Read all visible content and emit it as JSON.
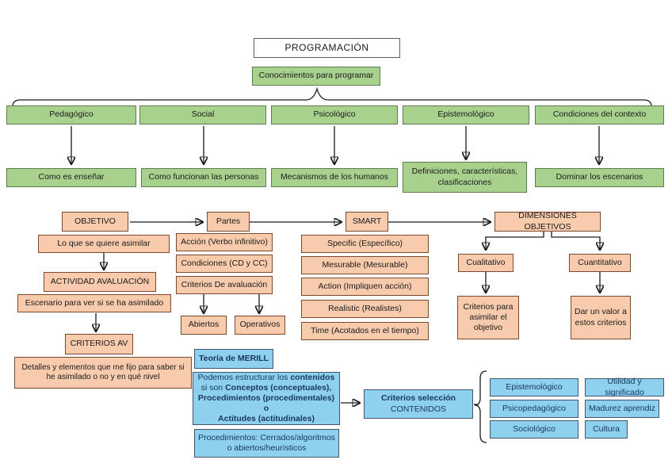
{
  "header": {
    "title": "PROGRAMACIÓN",
    "subtitle": "Conocimientos para programar"
  },
  "knowledge_areas": [
    {
      "label": "Pedagógico",
      "detail": "Como es enseñar"
    },
    {
      "label": "Social",
      "detail": "Como funcionan las personas"
    },
    {
      "label": "Psicológico",
      "detail": "Mecanismos de los humanos"
    },
    {
      "label": "Epistemológico",
      "detail": "Definiciones, características, clasificaciones"
    },
    {
      "label": "Condiciones del contexto",
      "detail": "Dominar los escenarios"
    }
  ],
  "objetivo": {
    "title": "OBJETIVO",
    "definition": "Lo que se quiere asimilar",
    "actividad_title": "ACTIVIDAD AVALUACIÓN",
    "actividad_definition": "Escenario para ver si se ha asimilado",
    "criterios_title": "CRITERIOS AV",
    "criterios_definition": "Detalles y elementos que me fijo para saber si he asimilado o no y en qué nivel"
  },
  "partes": {
    "title": "Partes",
    "items": [
      "Acción (Verbo infinitivo)",
      "Condiciones (CD y CC)",
      "Criterios De avaluación"
    ],
    "criterios_tipos": [
      "Abiertos",
      "Operativos"
    ]
  },
  "smart": {
    "title": "SMART",
    "items": [
      "Specific (Específico)",
      "Mesurable (Mesurable)",
      "Action (Impliquen acción)",
      "Realistic (Realistes)",
      "Time (Acotados en el tiempo)"
    ]
  },
  "dimensiones": {
    "title": "DIMENSIONES OBJETIVOS",
    "cualitativo_label": "Cualitativo",
    "cualitativo_detail": "Criterios para asimilar el objetivo",
    "cuantitativo_label": "Cuantitativo",
    "cuantitativo_detail": "Dar un valor a estos criterios"
  },
  "contenidos": {
    "teoria_title": "Teoría de MERILL",
    "estructura": {
      "line1_regular": "Podemos estructurar los ",
      "line1_bold": "contenidos",
      "line2_regular": "si son ",
      "line2_bold": "Conceptos (conceptuales),",
      "line3_bold": "Procedimientos (procedimentales) o",
      "line4_bold": "Actitudes (actitudinales)"
    },
    "procedimientos": "Procedimientos: Cerrados/algoritmos o abiertos/heurísticos",
    "seleccion_bold": "Criterios selección",
    "seleccion_regular": "CONTENIDOS",
    "criterios_col1": [
      "Epistemológico",
      "Psicopedagógico",
      "Sociológico"
    ],
    "criterios_col2": [
      "Utilidad y significado",
      "Madurez aprendiz",
      "Cultura"
    ]
  },
  "colors": {
    "green_fill": "#a9d18e",
    "orange_fill": "#f8cbad",
    "blue_fill": "#8ed1ee",
    "line": "#1a1a1a"
  }
}
